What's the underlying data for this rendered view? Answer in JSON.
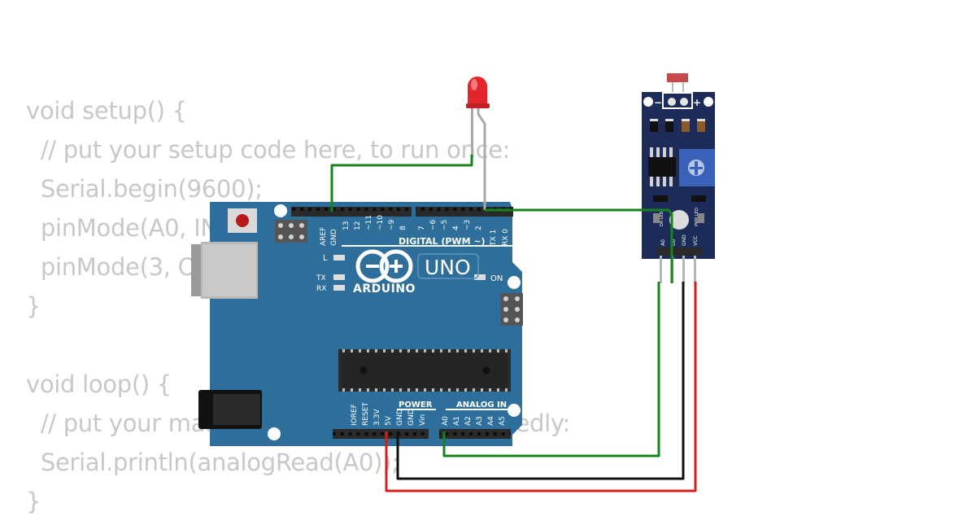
{
  "code_lines": [
    "void setup() {",
    "  // put your setup code here, to run once:",
    "  Serial.begin(9600);",
    "  pinMode(A0, INPUT);",
    "  pinMode(3, OUTPUT);",
    "}",
    "",
    "void loop() {",
    "  // put your main code here, to run repeatedly:",
    "  Serial.println(analogRead(A0));",
    "}"
  ],
  "arduino": {
    "brand": "ARDUINO",
    "model": "UNO",
    "digital_label": "DIGITAL (PWM ~)",
    "power_label": "POWER",
    "analog_label": "ANALOG IN",
    "on_label": "ON",
    "led_l": "L",
    "led_tx": "TX",
    "led_rx": "RX",
    "digital_pins": [
      "AREF",
      "GND",
      "13",
      "12",
      "~11",
      "~10",
      "~9",
      "8",
      "7",
      "~6",
      "~5",
      "4",
      "~3",
      "2",
      "TX 1",
      "RX 0"
    ],
    "power_pins": [
      "IOREF",
      "RESET",
      "3.3V",
      "5V",
      "GND",
      "GND",
      "Vin"
    ],
    "analog_pins": [
      "A0",
      "A1",
      "A2",
      "A3",
      "A4",
      "A5"
    ]
  },
  "sensor": {
    "pins": [
      "A0",
      "D0",
      "GND",
      "VCC"
    ],
    "minus": "−",
    "plus": "+",
    "led_labels": [
      "D0 LED",
      "PWR LED"
    ]
  },
  "colors": {
    "board": "#2d6e9b",
    "sensor_board": "#1c2b57",
    "wire_green": "#17831f",
    "wire_black": "#111111",
    "wire_red": "#d61c1c",
    "led_red": "#e3262c",
    "code_text": "#c8c8c8"
  }
}
